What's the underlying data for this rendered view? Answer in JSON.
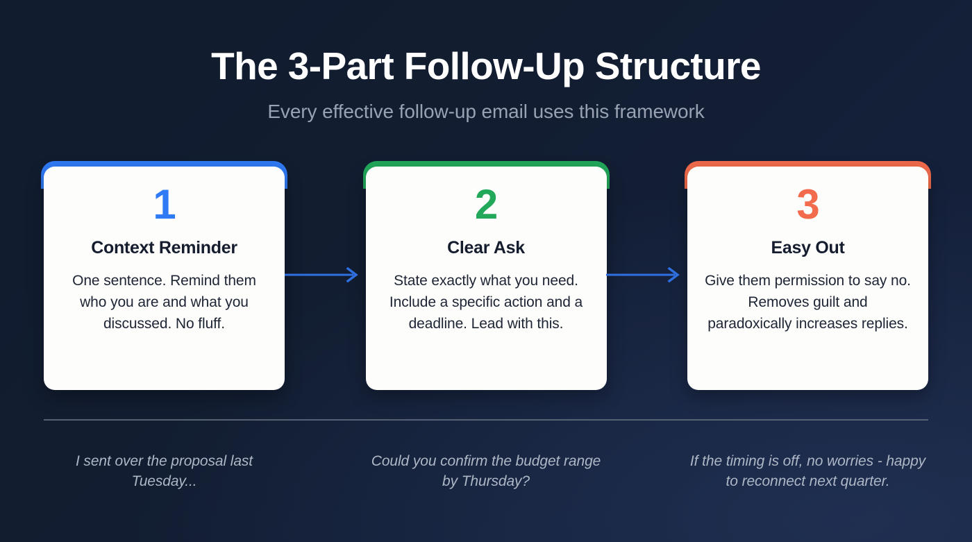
{
  "header": {
    "title": "The 3-Part Follow-Up Structure",
    "subtitle": "Every effective follow-up email uses this framework"
  },
  "colors": {
    "background_top_left": "#111c2e",
    "background_bottom_right": "#16223c",
    "card_face": "#fdfdfb",
    "heading_text": "#141c2e",
    "body_text": "#1d2433",
    "subtitle_text": "#98a2b3",
    "caption_text": "#aeb7c6",
    "divider": "#5d6779",
    "arrow": "#2f6fe0",
    "accent_1": "#2f7af5",
    "accent_2": "#22a85b",
    "accent_3": "#f26b4c"
  },
  "cards": [
    {
      "number": "1",
      "heading": "Context Reminder",
      "body": "One sentence. Remind them who you are and what you discussed. No fluff.",
      "accent": "#2f7af5",
      "caption": "I sent over the proposal last Tuesday..."
    },
    {
      "number": "2",
      "heading": "Clear Ask",
      "body": "State exactly what you need. Include a specific action and a deadline. Lead with this.",
      "accent": "#22a85b",
      "caption": "Could you confirm the budget range by Thursday?"
    },
    {
      "number": "3",
      "heading": "Easy Out",
      "body": "Give them permission to say no. Removes guilt and paradoxically increases replies.",
      "accent": "#f26b4c",
      "caption": "If the timing is off, no worries - happy to reconnect next quarter."
    }
  ],
  "connectors": [
    {
      "name": "arrow-1-to-2",
      "color": "#2f6fe0"
    },
    {
      "name": "arrow-2-to-3",
      "color": "#2f6fe0"
    }
  ]
}
